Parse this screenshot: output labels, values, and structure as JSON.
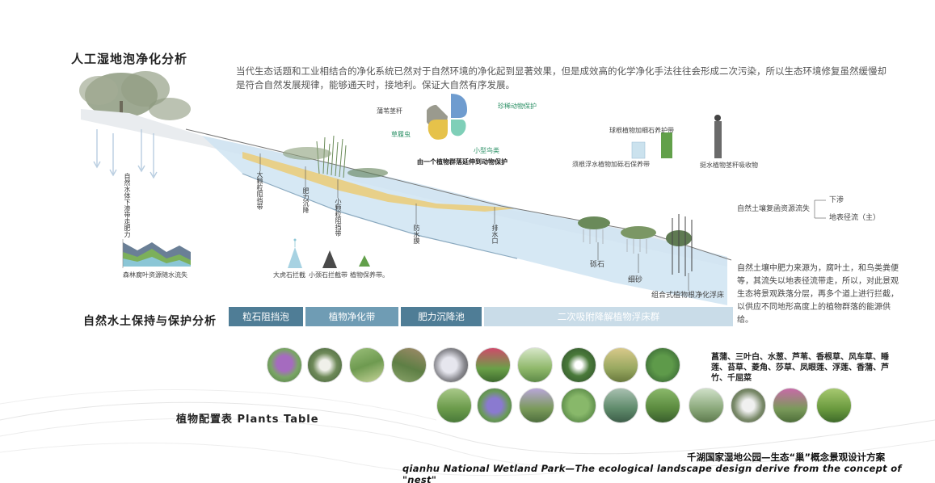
{
  "title": "人工湿地泡净化分析",
  "intro": "当代生态话题和工业相结合的净化系统已然对于自然环境的净化起到显著效果，但是成效高的化学净化手法往往会形成二次污染，所以生态环境修复虽然缓慢却是符合自然发展规律，能够通天时，接地利。保证大自然有序发展。",
  "legend": {
    "top_left": "蒲苇茎秆",
    "top_right": "珍稀动物保护",
    "bottom_left": "草履虫",
    "bottom_right": "小型鸟类",
    "caption": "由一个植物群落延伸到动物保护"
  },
  "bars_legend": {
    "label_green": "球根植物加细石养护带",
    "label_blue": "须根浮水植物加砾石保养带",
    "label_dark": "挺水植物茎秆吸收物"
  },
  "runoff": {
    "title": "自然土壤复函资源流失",
    "item1": "下渗",
    "item2": "地表径流（主）"
  },
  "vertical_labels": {
    "v1": "自然水体下渗带走肥力",
    "v2": "大颗粒阻挡带",
    "v3": "肥力沉降",
    "v4": "小颗粒阻挡带",
    "v5": "防水膜",
    "v6": "排水口"
  },
  "bottom_labels": {
    "gravel": "砾石",
    "sand": "细砂",
    "floating_bed": "组合式植物根净化浮床"
  },
  "area_chart": {
    "caption": "森林腐叶资源随水流失"
  },
  "triangles": {
    "t1": "大虎石拦截",
    "t2": "小颈石拦截带",
    "t3": "植物保养带。"
  },
  "section2_title": "自然水土保持与保护分析",
  "bands": [
    "粒石阻挡泡",
    "植物净化带",
    "肥力沉降池",
    "二次吸附降解植物浮床群"
  ],
  "side_text": "自然土壤中肥力来源为，腐叶土，和鸟类粪便等，其流失以地表径流带走，所以，对此景观生态将景观跌落分层，再多个道上进行拦截，以供应不同地形高度上的植物群落的能源供给。",
  "plants_list": "菖蒲、三叶白、水葱、芦苇、香根草、风车草、睡莲、苔草、菱角、莎草、凤眼莲、浮莲、香蒲、芦竹、千屈菜",
  "plants_title": "植物配置表 Plants Table",
  "footer_cn": "千湖国家湿地公园—生态“巢”概念景观设计方案",
  "footer_en": "qianhu National Wetland Park—The ecological landscape design derive from the concept of \"nest\"",
  "colors": {
    "band1": "#4f7d96",
    "band2": "#6f9cb4",
    "band3": "#4f7d96",
    "band4": "#c9dce8",
    "water": "#cfe4f2",
    "sand": "#e8d089",
    "leaf_gray": "#9a9a8e",
    "leaf_blue": "#6f9ccf",
    "leaf_yellow": "#e6c24a",
    "leaf_teal": "#7fcfb8"
  }
}
